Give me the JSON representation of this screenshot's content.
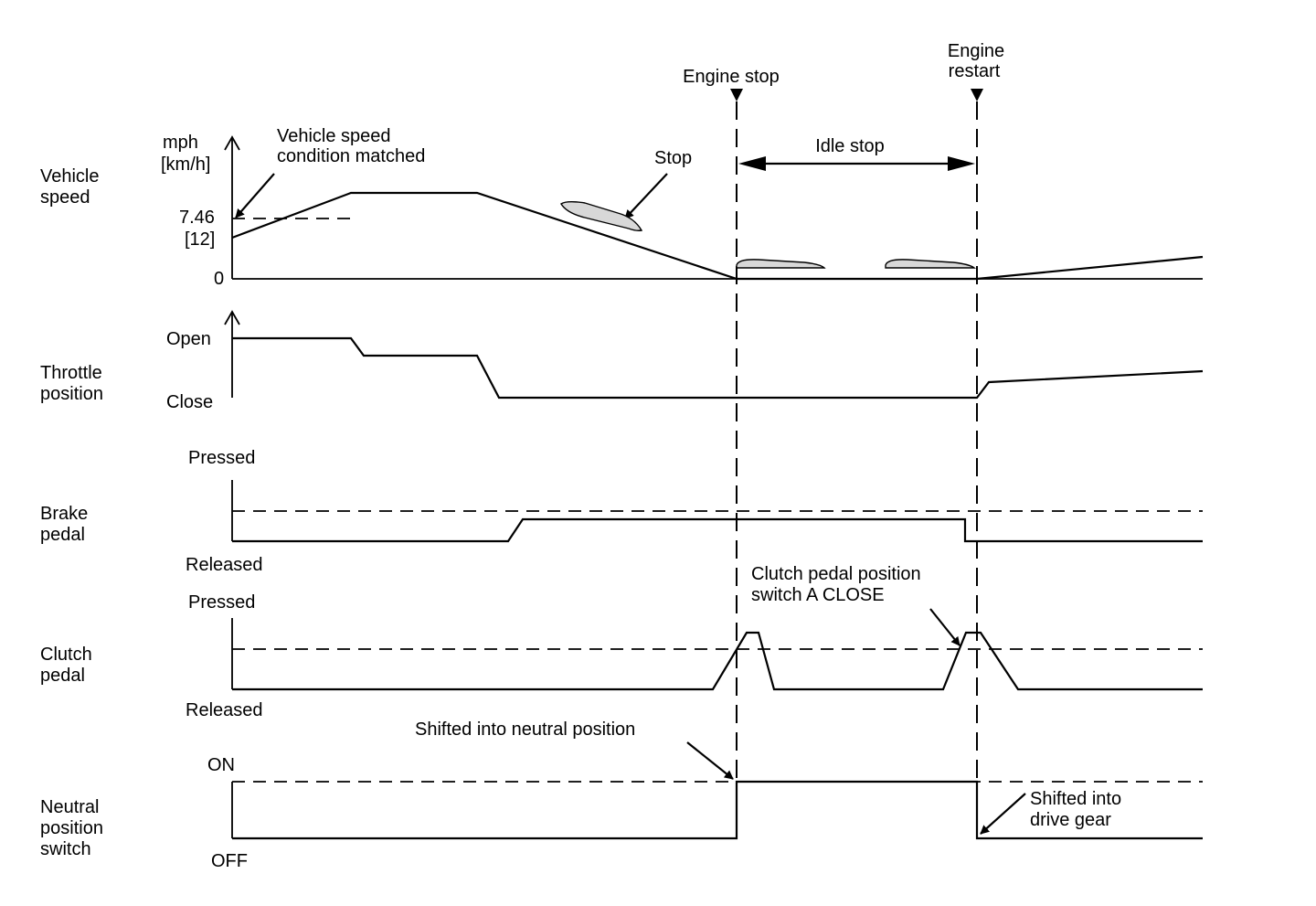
{
  "events": {
    "engine_stop": "Engine stop",
    "engine_restart": [
      "Engine",
      "restart"
    ],
    "idle_stop": "Idle stop"
  },
  "rows": {
    "vehicle_speed": {
      "label": [
        "Vehicle",
        "speed"
      ],
      "unit": [
        "mph",
        "[km/h]"
      ],
      "ticks": [
        "7.46",
        "[12]",
        "0"
      ],
      "annotations": {
        "condition": [
          "Vehicle speed",
          "condition matched"
        ],
        "stop": "Stop"
      }
    },
    "throttle_position": {
      "label": [
        "Throttle",
        "position"
      ],
      "states": [
        "Open",
        "Close"
      ]
    },
    "brake_pedal": {
      "label": [
        "Brake",
        "pedal"
      ],
      "states": [
        "Pressed",
        "Released"
      ]
    },
    "clutch_pedal": {
      "label": [
        "Clutch",
        "pedal"
      ],
      "states": [
        "Pressed",
        "Released"
      ],
      "annotation": [
        "Clutch pedal position",
        "switch A CLOSE"
      ]
    },
    "neutral_position_switch": {
      "label": [
        "Neutral",
        "position",
        "switch"
      ],
      "states": [
        "ON",
        "OFF"
      ],
      "annotations": {
        "neutral": "Shifted into neutral position",
        "drive": [
          "Shifted into",
          "drive gear"
        ]
      }
    }
  }
}
